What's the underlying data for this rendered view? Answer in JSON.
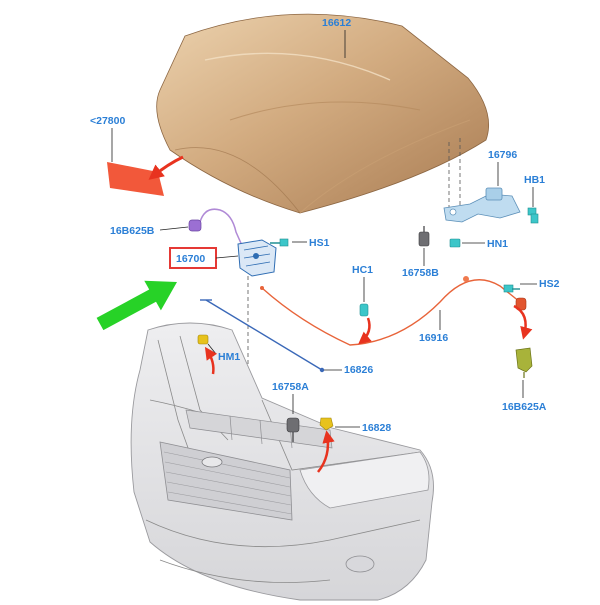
{
  "callouts": {
    "hood": "16612",
    "deflector": "<27800",
    "striker": "16796",
    "hb1": "HB1",
    "connector_b": "16B625B",
    "hs1": "HS1",
    "hn1": "HN1",
    "latch": "16700",
    "stop_b": "16758B",
    "hc1": "HC1",
    "hs2": "HS2",
    "cable": "16916",
    "hm1": "HM1",
    "rod": "16826",
    "stop_a": "16758A",
    "clip": "16828",
    "connector_a": "16B625A"
  },
  "colors": {
    "label": "#2b7fd6",
    "highlight_box": "#e53935",
    "arrow_red": "#e8331f",
    "arrow_green": "#27d227",
    "hood_light": "#ecd2ae",
    "hood_dark": "#a87b52",
    "deflector": "#f2583a",
    "cable": "#e8643a",
    "part_teal": "#3cc6c9",
    "bumper": "#e4e4e6"
  }
}
